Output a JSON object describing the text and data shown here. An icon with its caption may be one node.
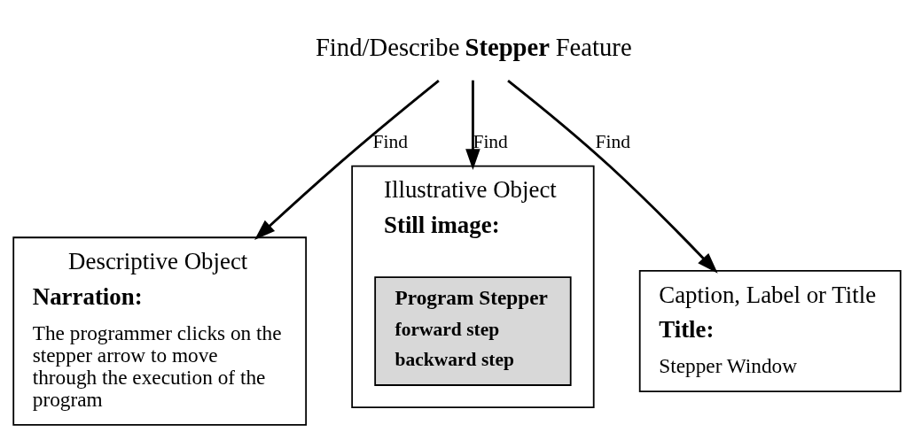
{
  "diagram": {
    "nodes": [
      {
        "text": [
          "Find/Describe **Stepper** Feature"
        ]
      },
      {
        "text": [
          "Descriptive Object",
          "Narration:",
          "The programmer clicks on the stepper arrow to move through the execution of the program"
        ]
      },
      {
        "text": [
          "Illustrative Object",
          "Still image:"
        ]
      },
      {
        "text": [
          "Program Stepper",
          "forward step",
          "backward step"
        ],
        "in": 2
      },
      {
        "text": [
          "Caption, Label or Title",
          "Title:",
          "Stepper Window"
        ]
      }
    ],
    "edges": [
      {
        "from": 0,
        "to": 1,
        "arrow": "to",
        "label": "Find"
      },
      {
        "from": 0,
        "to": 2,
        "arrow": "to",
        "label": "Find"
      },
      {
        "from": 0,
        "to": 4,
        "arrow": "to",
        "label": "Find"
      }
    ]
  }
}
